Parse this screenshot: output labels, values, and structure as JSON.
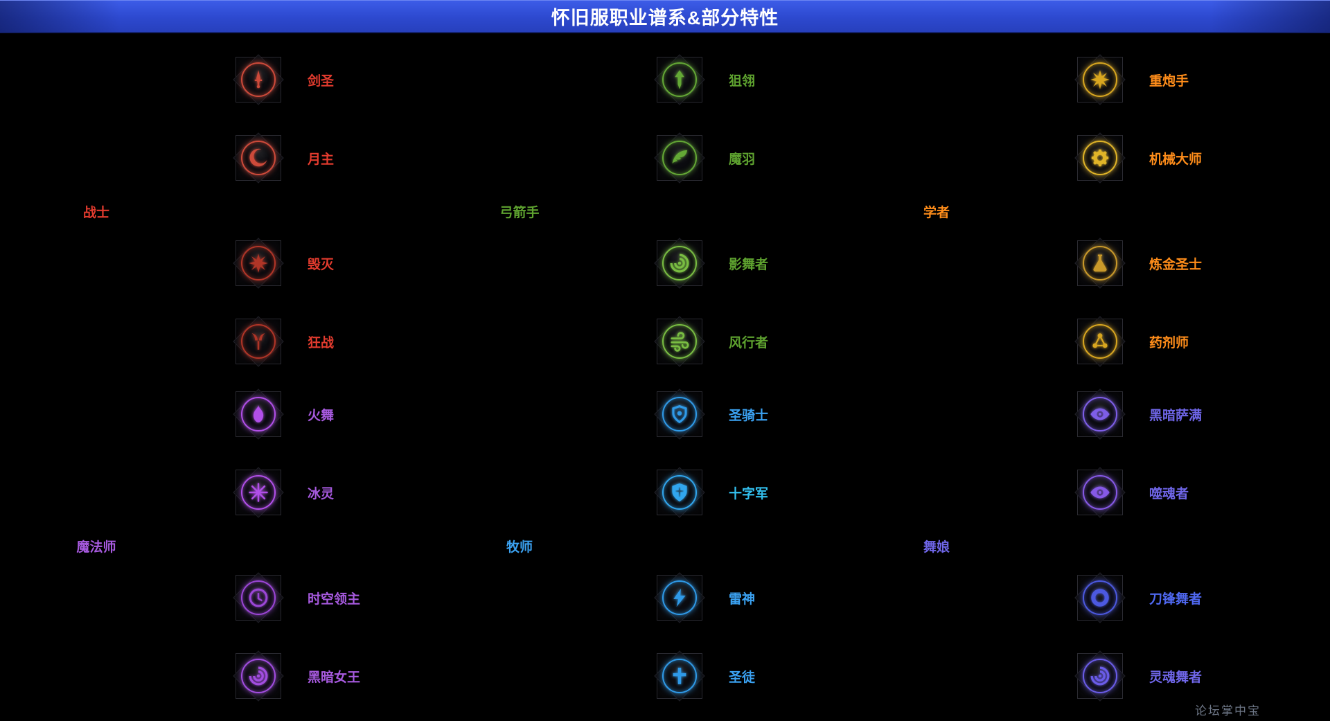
{
  "page": {
    "title": "怀旧服职业谱系&部分特性",
    "watermark": "论坛掌中宝"
  },
  "theme": {
    "background": "#000000",
    "header_bg": "#2f4ed4",
    "header_border": "#14226b",
    "title_color": "#ffffff",
    "watermark_color": "#808b9e"
  },
  "groups": [
    {
      "name": "warrior",
      "base": {
        "label": "战士",
        "color": "#e23b2e"
      },
      "subclasses": [
        {
          "label": "剑圣",
          "color": "#e23b2e",
          "icon_color": "#cd4a3a",
          "icon": "gladiator-icon"
        },
        {
          "label": "月主",
          "color": "#e23b2e",
          "icon_color": "#cd4a3a",
          "icon": "moonlord-icon"
        },
        {
          "label": "毁灭",
          "color": "#e23b2e",
          "icon_color": "#b03527",
          "icon": "destroyer-icon"
        },
        {
          "label": "狂战",
          "color": "#e23b2e",
          "icon_color": "#b03527",
          "icon": "barbarian-icon"
        }
      ]
    },
    {
      "name": "sorceress",
      "base": {
        "label": "魔法师",
        "color": "#a75adf"
      },
      "subclasses": [
        {
          "label": "火舞",
          "color": "#a75adf",
          "icon_color": "#b14fe8",
          "icon": "saleana-icon"
        },
        {
          "label": "冰灵",
          "color": "#a75adf",
          "icon_color": "#b14fe8",
          "icon": "elestra-icon"
        },
        {
          "label": "时空领主",
          "color": "#a75adf",
          "icon_color": "#9b46d6",
          "icon": "smasher-icon"
        },
        {
          "label": "黑暗女王",
          "color": "#a75adf",
          "icon_color": "#a24de0",
          "icon": "majesty-icon"
        }
      ]
    },
    {
      "name": "archer",
      "base": {
        "label": "弓箭手",
        "color": "#5ea22f"
      },
      "subclasses": [
        {
          "label": "狙翎",
          "color": "#5ea22f",
          "icon_color": "#64a836",
          "icon": "sniper-icon"
        },
        {
          "label": "魔羽",
          "color": "#5ea22f",
          "icon_color": "#64a836",
          "icon": "artillery-icon"
        },
        {
          "label": "影舞者",
          "color": "#5ea22f",
          "icon_color": "#79bd42",
          "icon": "shadow-dancer-icon"
        },
        {
          "label": "风行者",
          "color": "#5ea22f",
          "icon_color": "#79bd42",
          "icon": "windwalker-icon"
        }
      ]
    },
    {
      "name": "cleric",
      "base": {
        "label": "牧师",
        "color": "#3ba2f2"
      },
      "subclasses": [
        {
          "label": "圣骑士",
          "color": "#3ba2f2",
          "icon_color": "#2f9ae8",
          "icon": "paladin-icon"
        },
        {
          "label": "十字军",
          "color": "#33c1f0",
          "icon_color": "#31a6ee",
          "icon": "crusader-icon"
        },
        {
          "label": "雷神",
          "color": "#3ba2f2",
          "icon_color": "#2f9ae8",
          "icon": "inquisitor-icon"
        },
        {
          "label": "圣徒",
          "color": "#3ba2f2",
          "icon_color": "#2f9ae8",
          "icon": "saint-icon"
        }
      ]
    },
    {
      "name": "academic",
      "base": {
        "label": "学者",
        "color": "#ff8d1a"
      },
      "subclasses": [
        {
          "label": "重炮手",
          "color": "#ff8d1a",
          "icon_color": "#d8a620",
          "icon": "shooting-star-icon"
        },
        {
          "label": "机械大师",
          "color": "#ff8d1a",
          "icon_color": "#e0b428",
          "icon": "gear-master-icon"
        },
        {
          "label": "炼金圣士",
          "color": "#ff8d1a",
          "icon_color": "#c9992a",
          "icon": "adept-icon"
        },
        {
          "label": "药剂师",
          "color": "#ff8d1a",
          "icon_color": "#d8a620",
          "icon": "physician-icon"
        }
      ]
    },
    {
      "name": "kali",
      "base": {
        "label": "舞娘",
        "color": "#6f66e8"
      },
      "subclasses": [
        {
          "label": "黑暗萨满",
          "color": "#6f66e8",
          "icon_color": "#7e5ee8",
          "icon": "dark-summoner-icon"
        },
        {
          "label": "噬魂者",
          "color": "#6f66e8",
          "icon_color": "#8659e6",
          "icon": "soul-eater-icon"
        },
        {
          "label": "刀锋舞者",
          "color": "#4f68f0",
          "icon_color": "#4c59e0",
          "icon": "blade-dancer-icon"
        },
        {
          "label": "灵魂舞者",
          "color": "#6f66e8",
          "icon_color": "#6a5ce8",
          "icon": "spirit-dancer-icon"
        }
      ]
    }
  ]
}
